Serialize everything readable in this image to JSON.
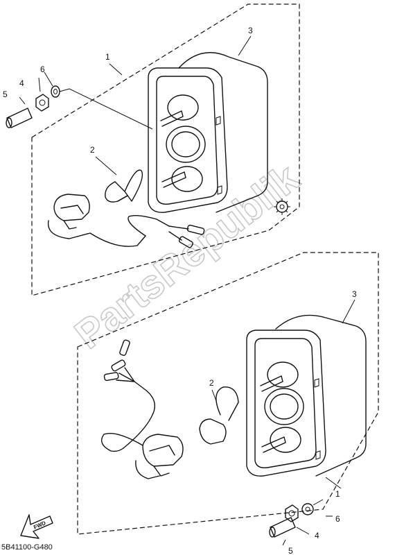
{
  "diagram_code": "5B41100-G480",
  "watermark": "PartsRepublik",
  "fwd_label": "FWD",
  "callouts": {
    "top": {
      "c1": "1",
      "c2": "2",
      "c3": "3",
      "c4": "4",
      "c5": "5",
      "c6": "6"
    },
    "bottom": {
      "c1": "1",
      "c2": "2",
      "c3": "3",
      "c4": "4",
      "c5": "5",
      "c6": "6"
    }
  }
}
